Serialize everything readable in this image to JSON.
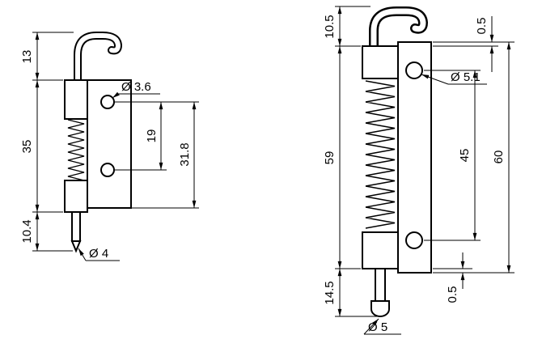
{
  "page": {
    "background": "#ffffff",
    "line_color": "#000000",
    "description": "Technical dimension drawing of two spring-loaded bolt latches"
  },
  "views": {
    "left": {
      "name": "small spring bolt latch",
      "dim_hook_height": "13",
      "dim_body_height": "35",
      "dim_pin_length": "10.4",
      "dim_hole_diameter": "Ø 3.6",
      "dim_hole_spacing": "19",
      "dim_hole_to_bottom": "31.8",
      "dim_pin_diameter": "Ø 4"
    },
    "right": {
      "name": "large spring bolt latch",
      "dim_hook_height": "10.5",
      "dim_body_height": "59",
      "dim_pin_length": "14.5",
      "dim_top_offset": "0.5",
      "dim_hole_diameter": "Ø 5.1",
      "dim_hole_spacing": "45",
      "dim_plate_height": "60",
      "dim_bottom_offset": "0.5",
      "dim_pin_diameter": "Ø 5"
    }
  }
}
